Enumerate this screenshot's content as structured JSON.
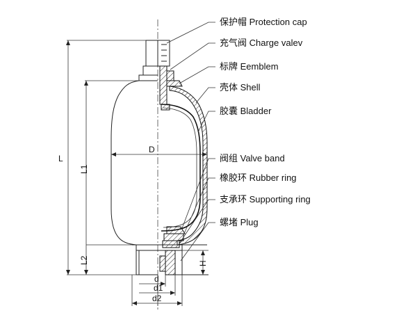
{
  "labels": [
    {
      "id": "protection-cap",
      "text": "保护帽 Protection cap"
    },
    {
      "id": "charge-valve",
      "text": "充气阀 Charge valev"
    },
    {
      "id": "emblem",
      "text": "标牌 Eemblem"
    },
    {
      "id": "shell",
      "text": "壳体 Shell"
    },
    {
      "id": "bladder",
      "text": "胶囊 Bladder"
    },
    {
      "id": "valve-band",
      "text": "阀组 Valve band"
    },
    {
      "id": "rubber-ring",
      "text": "橡胶环 Rubber ring"
    },
    {
      "id": "supporting-ring",
      "text": "支承环 Supporting ring"
    },
    {
      "id": "plug",
      "text": "螺堵 Plug"
    }
  ],
  "dimensions": {
    "L": "L",
    "L1": "L1",
    "L2": "L2",
    "D": "D",
    "H": "H",
    "d": "d",
    "d1": "d1",
    "d2": "d2"
  }
}
